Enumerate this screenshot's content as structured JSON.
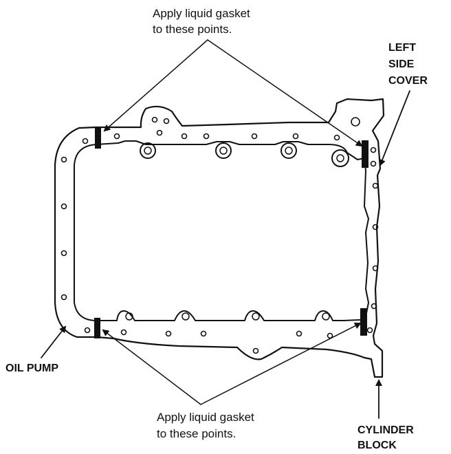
{
  "callouts": {
    "top_apply": [
      "Apply liquid gasket",
      "to these points."
    ],
    "bottom_apply": [
      "Apply liquid gasket",
      "to these points."
    ],
    "left_side_cover": [
      "LEFT",
      "SIDE",
      "COVER"
    ],
    "oil_pump": "OIL PUMP",
    "cylinder_block": [
      "CYLINDER",
      "BLOCK"
    ]
  },
  "colors": {
    "ink": "#111111",
    "paper": "#ffffff"
  }
}
